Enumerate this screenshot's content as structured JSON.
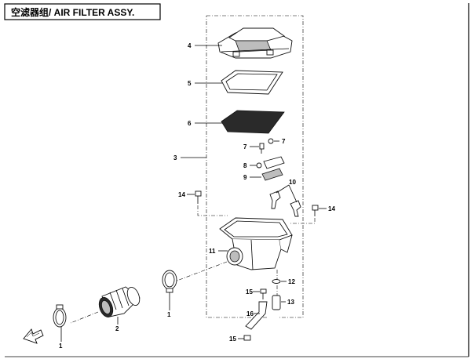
{
  "title": "空滤器组/ AIR FILTER ASSY.",
  "callouts": {
    "c1a": "1",
    "c1b": "1",
    "c2": "2",
    "c3": "3",
    "c4": "4",
    "c5": "5",
    "c6": "6",
    "c7a": "7",
    "c7b": "7",
    "c8": "8",
    "c9": "9",
    "c10": "10",
    "c11": "11",
    "c12": "12",
    "c13": "13",
    "c14a": "14",
    "c14b": "14",
    "c15a": "15",
    "c15b": "15",
    "c16": "16"
  }
}
